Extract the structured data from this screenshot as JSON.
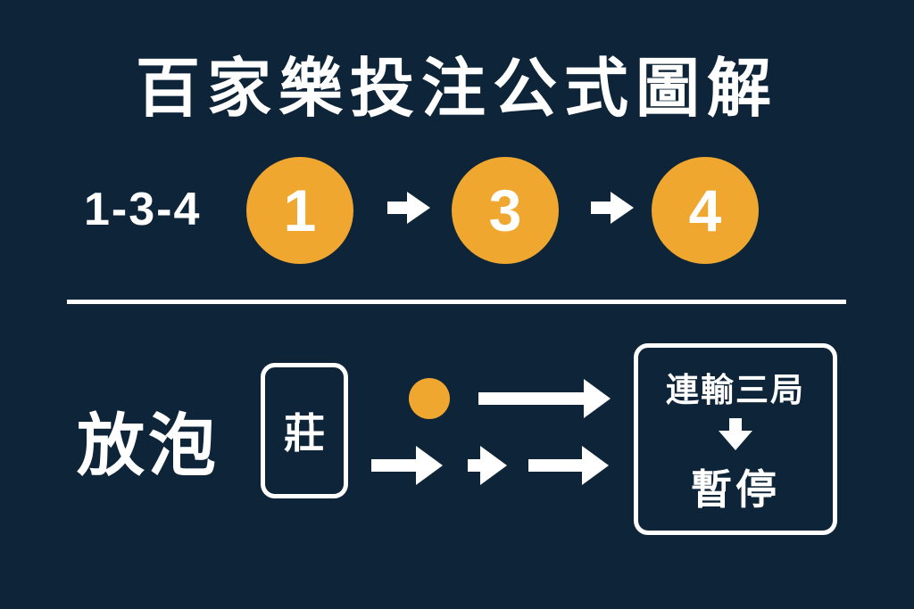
{
  "colors": {
    "background": "#0e2539",
    "accent_yellow": "#EFA72F",
    "text": "#ffffff"
  },
  "title": "百家樂投注公式圖解",
  "sequence": {
    "label": "1-3-4",
    "steps": [
      "1",
      "3",
      "4"
    ]
  },
  "strategy": {
    "label": "放泡",
    "card": "莊",
    "result": {
      "line1": "連輸三局",
      "line2": "暫停"
    }
  }
}
